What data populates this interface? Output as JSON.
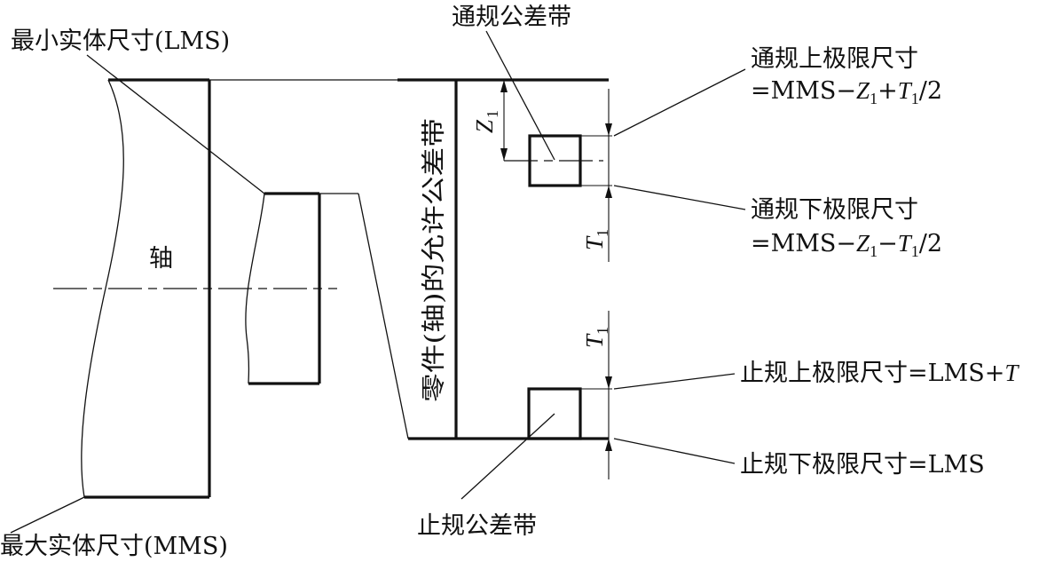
{
  "labels": {
    "lms": "最小实体尺寸(LMS)",
    "mms": "最大实体尺寸(MMS)",
    "shaft": "轴",
    "part_tolerance_zone": "零件(轴)的允许公差带",
    "go_gauge_zone": "通规公差带",
    "nogo_gauge_zone": "止规公差带",
    "go_upper_title": "通规上极限尺寸",
    "go_upper_formula_prefix": "=MMS−",
    "go_upper_formula_mid": "+",
    "go_upper_formula_suffix": "/2",
    "go_lower_title": "通规下极限尺寸",
    "go_lower_formula_prefix": "=MMS−",
    "go_lower_formula_mid": "−",
    "go_lower_formula_suffix": "/2",
    "nogo_upper": "止规上极限尺寸=LMS+",
    "nogo_upper_symbol": "T",
    "nogo_lower": "止规下极限尺寸=LMS"
  },
  "symbols": {
    "Z": "Z",
    "T": "T",
    "subscript_1": "1"
  }
}
